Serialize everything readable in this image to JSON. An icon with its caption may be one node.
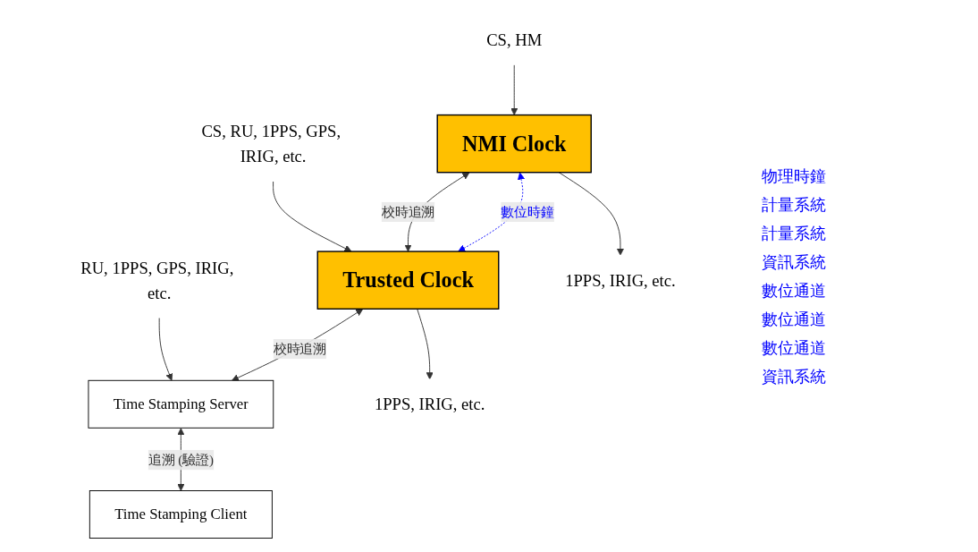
{
  "diagram": {
    "nodes": [
      {
        "text": [
          "CS, HM"
        ]
      },
      {
        "text": [
          "NMI Clock"
        ]
      },
      {
        "text": [
          "CS, RU, 1PPS, GPS, IRIG, etc."
        ]
      },
      {
        "text": [
          "Trusted Clock"
        ]
      },
      {
        "text": [
          "RU, 1PPS, GPS, IRIG, etc."
        ]
      },
      {
        "text": [
          "Time Stamping Server"
        ]
      },
      {
        "text": [
          "1PPS, IRIG, etc."
        ]
      },
      {
        "text": [
          "1PPS, IRIG, etc."
        ]
      },
      {
        "text": [
          "Time Stamping Client"
        ]
      }
    ],
    "edges": [
      {
        "from": 0,
        "to": 1,
        "arrow": "to"
      },
      {
        "from": 1,
        "to": 3,
        "arrow": "both",
        "label": "數位時鐘",
        "style": "dashed",
        "color": "#0000ff"
      },
      {
        "from": 1,
        "to": 3,
        "arrow": "both",
        "label": "校時追溯"
      },
      {
        "from": 2,
        "to": 3,
        "arrow": "to"
      },
      {
        "from": 3,
        "to": 5,
        "arrow": "both",
        "label": "校時追溯"
      },
      {
        "from": 4,
        "to": 5,
        "arrow": "to"
      },
      {
        "from": 1,
        "to": 6,
        "arrow": "to"
      },
      {
        "from": 3,
        "to": 7,
        "arrow": "to"
      },
      {
        "from": 5,
        "to": 8,
        "arrow": "both",
        "label": "追溯 (驗證)"
      }
    ],
    "labels": [
      "物理時鐘",
      "計量系統",
      "計量系統",
      "資訊系統",
      "數位通道",
      "數位通道",
      "數位通道",
      "資訊系統"
    ]
  }
}
